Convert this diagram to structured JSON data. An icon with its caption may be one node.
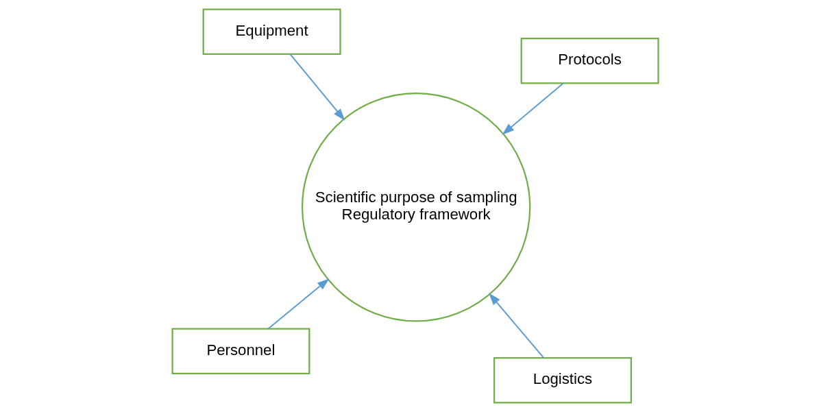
{
  "diagram": {
    "nodes": [
      {
        "text": [
          "Personnel"
        ]
      },
      {
        "text": [
          "Logistics"
        ]
      },
      {
        "text": [
          "Scientific purpose of sampling",
          "Regulatory framework"
        ]
      },
      {
        "text": [
          "Equipment"
        ]
      },
      {
        "text": [
          "Protocols"
        ]
      }
    ],
    "edges": [
      {
        "from": 0,
        "to": 2,
        "arrow": "to"
      },
      {
        "from": 1,
        "to": 2,
        "arrow": "to"
      },
      {
        "from": 3,
        "to": 2,
        "arrow": "to"
      },
      {
        "from": 4,
        "to": 2,
        "arrow": "to"
      }
    ]
  }
}
